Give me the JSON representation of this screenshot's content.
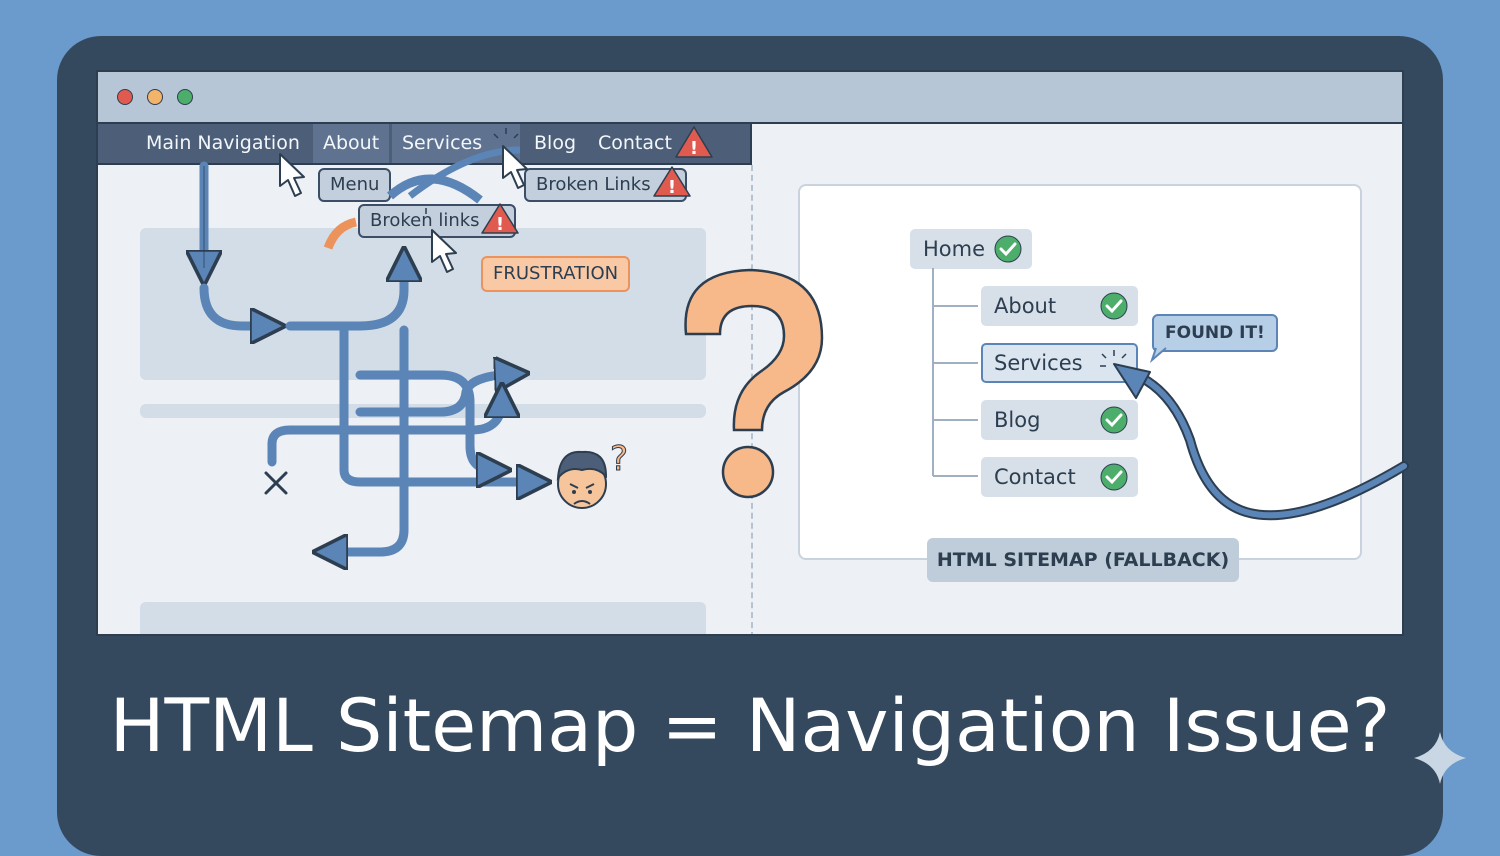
{
  "nav": {
    "main": "Main Navigation",
    "about": "About",
    "services": "Services",
    "blog": "Blog",
    "contact": "Contact"
  },
  "labels": {
    "menu": "Menu",
    "broken_links_1": "Broken Links",
    "broken_links_2": "Broken links",
    "frustration": "FRUSTRATION"
  },
  "sitemap": {
    "home": "Home",
    "children": [
      "About",
      "Services",
      "Blog",
      "Contact"
    ],
    "found": "FOUND IT!",
    "label": "HTML SITEMAP (FALLBACK)"
  },
  "headline": "HTML Sitemap = Navigation Issue?",
  "colors": {
    "background": "#6a9bcc",
    "frame": "#34495e",
    "arrow": "#5b85b6",
    "warning": "#e05a4f",
    "check": "#4cae6a",
    "accent_orange": "#f7b88a"
  },
  "icons": [
    "warning-icon",
    "cursor-icon",
    "check-icon",
    "question-mark-icon",
    "confused-face-icon",
    "sparkle-icon",
    "x-mark-icon"
  ]
}
